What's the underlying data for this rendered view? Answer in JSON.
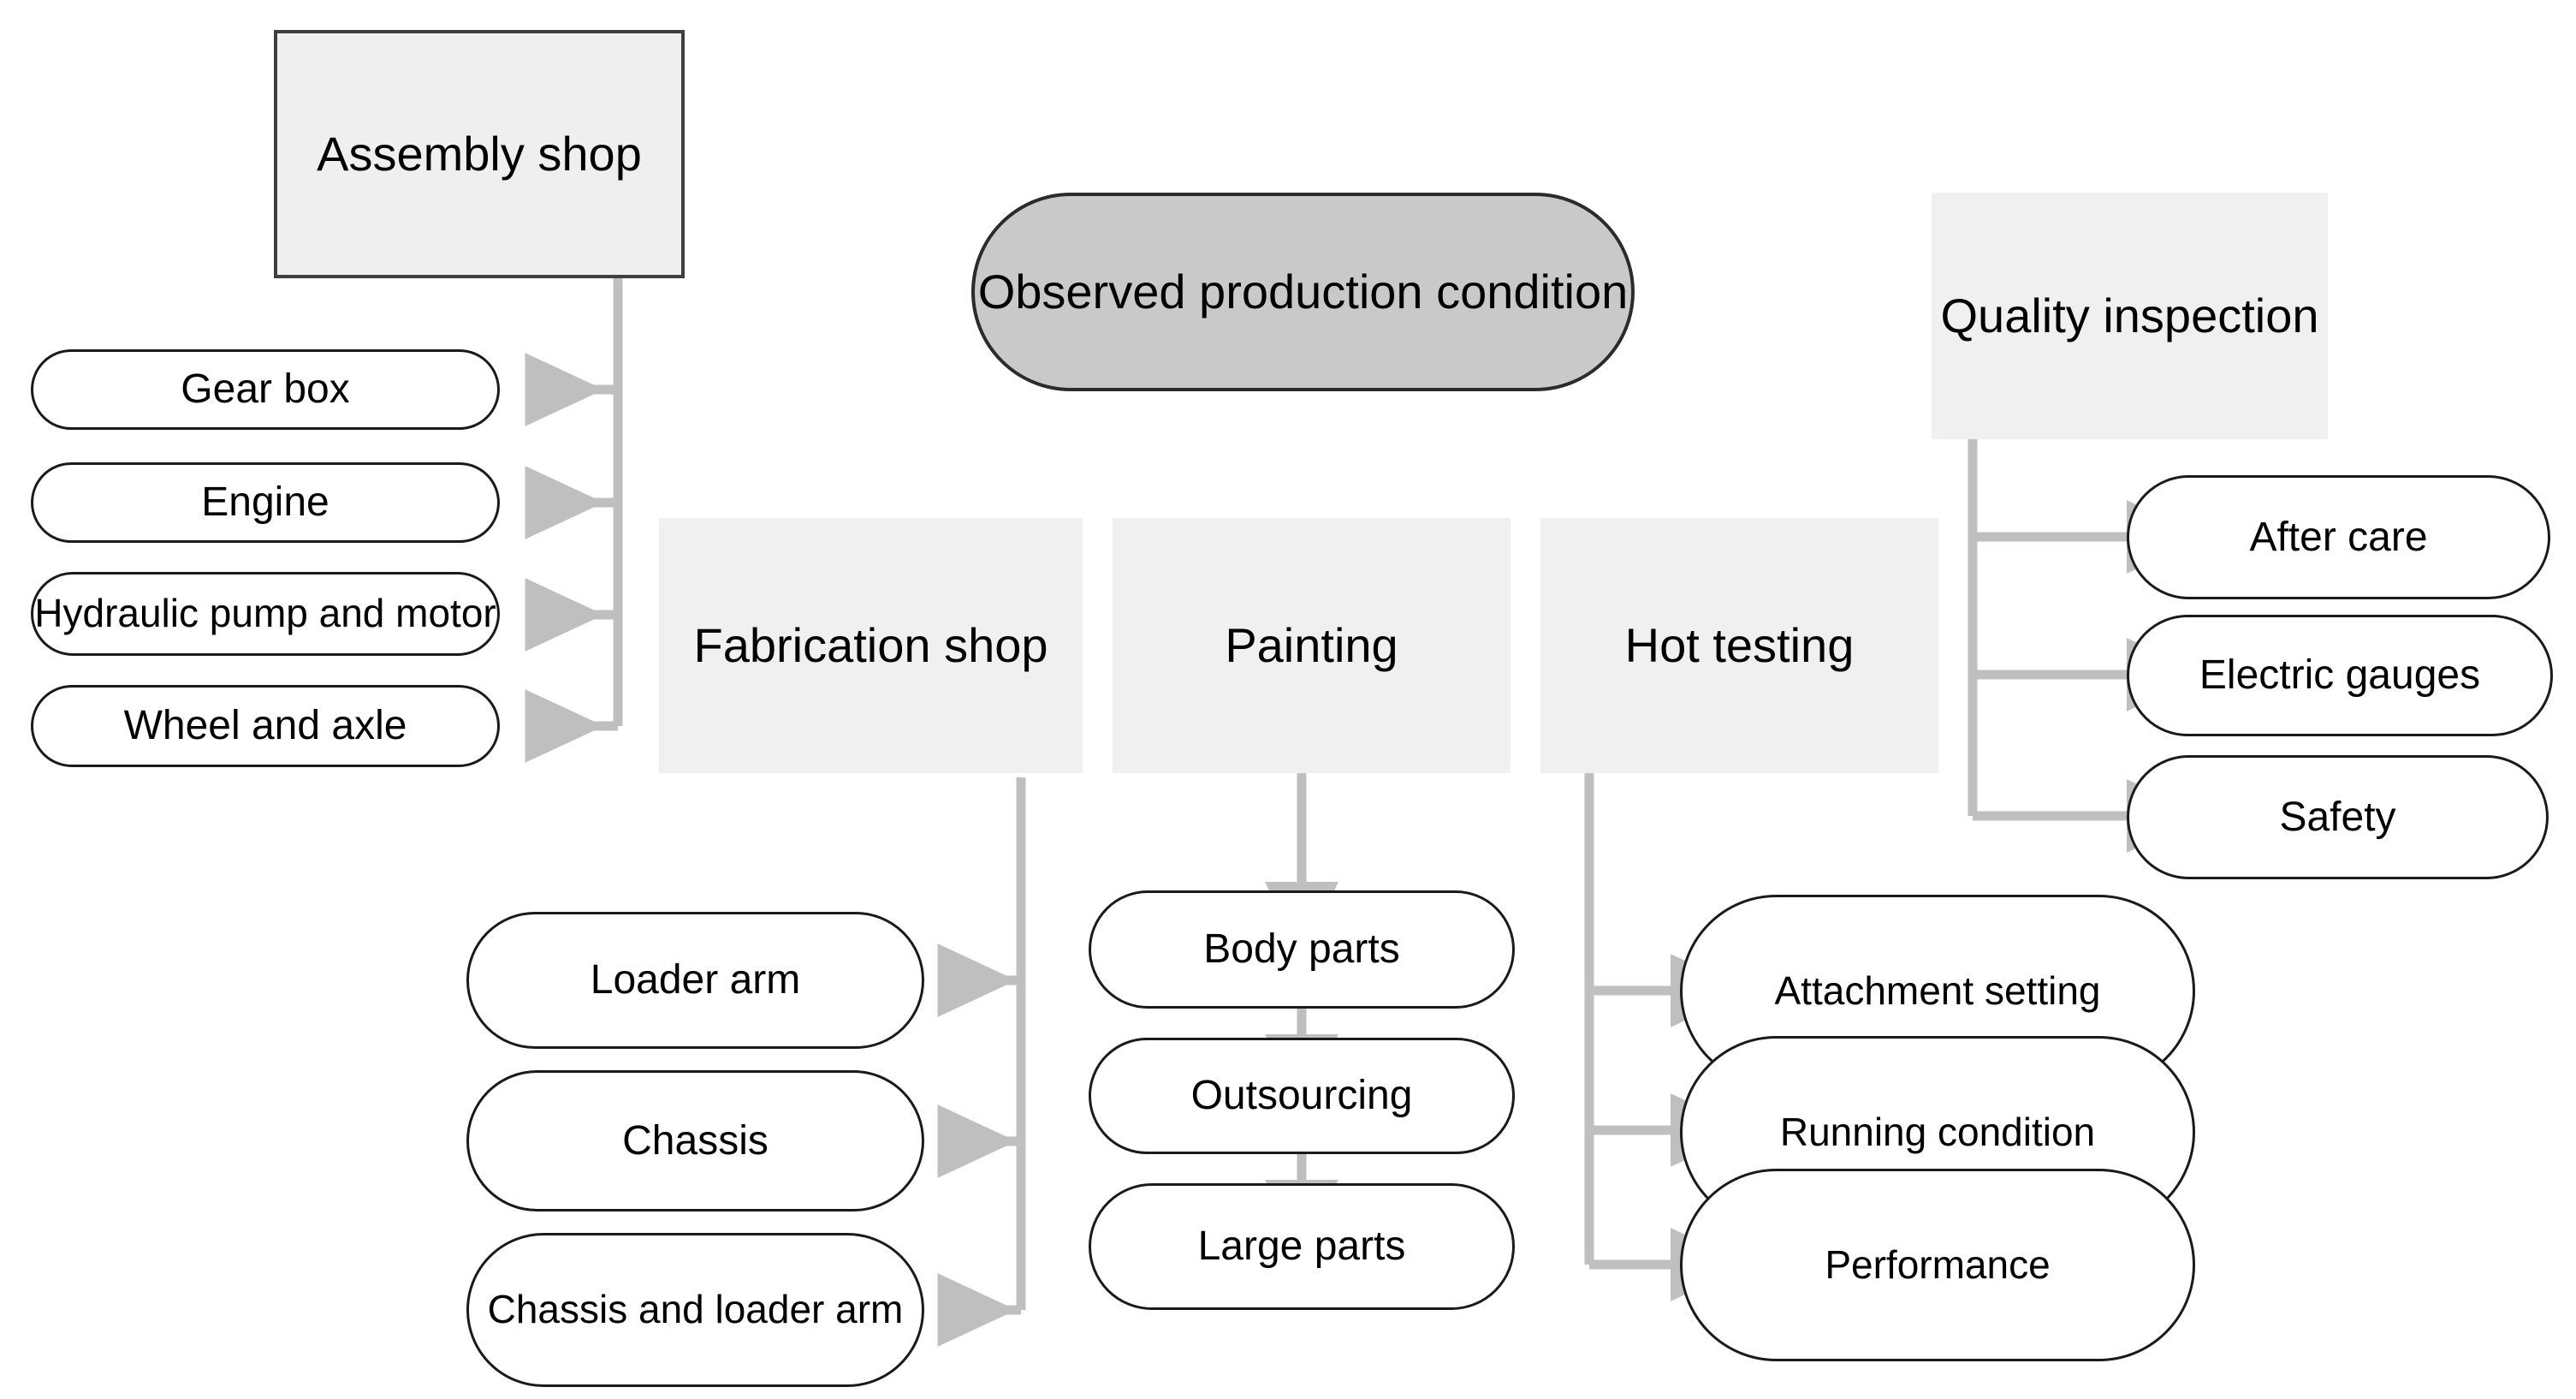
{
  "diagram": {
    "title": "Observed production condition",
    "colors": {
      "header_fill": "#f0f0f0",
      "center_fill": "#c9c9c9",
      "node_fill": "#ffffff",
      "node_border": "#1a1a1a",
      "connector": "#bfbfbf",
      "text": "#000000"
    },
    "center_node": {
      "label": "Observed production condition"
    },
    "groups": [
      {
        "id": "assembly-shop",
        "label": "Assembly shop",
        "shape": "rectangle-bordered",
        "children": [
          {
            "label": "Gear box"
          },
          {
            "label": "Engine"
          },
          {
            "label": "Hydraulic pump and motor"
          },
          {
            "label": "Wheel and axle"
          }
        ]
      },
      {
        "id": "fabrication-shop",
        "label": "Fabrication shop",
        "shape": "rectangle-plain",
        "children": [
          {
            "label": "Loader arm"
          },
          {
            "label": "Chassis"
          },
          {
            "label": "Chassis and loader arm"
          }
        ]
      },
      {
        "id": "painting",
        "label": "Painting",
        "shape": "rectangle-plain",
        "children": [
          {
            "label": "Body parts"
          },
          {
            "label": "Outsourcing"
          },
          {
            "label": "Large parts"
          }
        ]
      },
      {
        "id": "hot-testing",
        "label": "Hot testing",
        "shape": "rectangle-plain",
        "children": [
          {
            "label": "Attachment setting"
          },
          {
            "label": "Running condition"
          },
          {
            "label": "Performance"
          }
        ]
      },
      {
        "id": "quality-inspection",
        "label": "Quality inspection",
        "shape": "rectangle-plain",
        "children": [
          {
            "label": "After care"
          },
          {
            "label": "Electric gauges"
          },
          {
            "label": "Safety"
          }
        ]
      }
    ]
  }
}
